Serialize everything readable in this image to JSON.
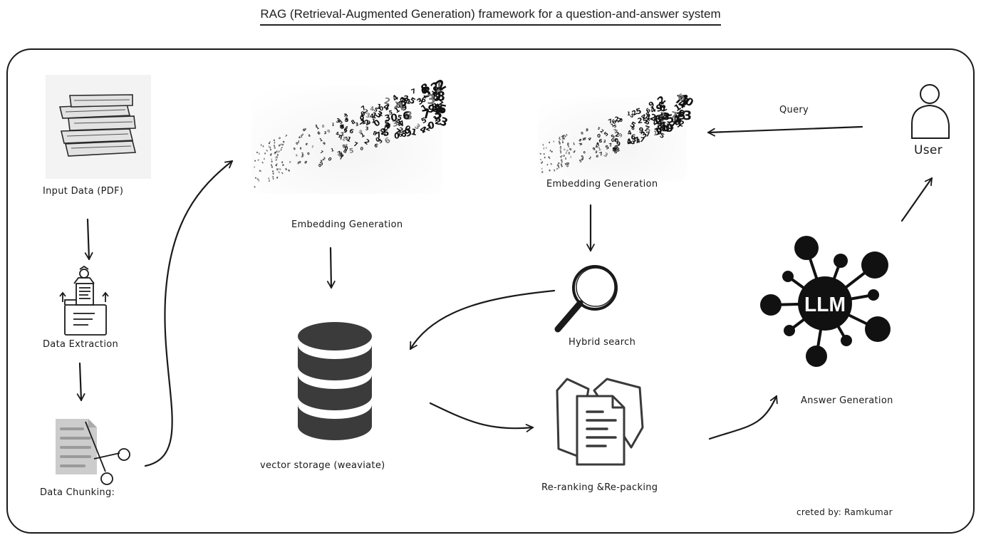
{
  "title": "RAG (Retrieval-Augmented Generation) framework for a question-and-answer system",
  "nodes": {
    "input_data": "Input Data (PDF)",
    "data_extraction": "Data Extraction",
    "data_chunking": "Data Chunking:",
    "embedding_generation_docs": "Embedding Generation",
    "vector_storage": "vector storage (weaviate)",
    "embedding_generation_query": "Embedding Generation",
    "hybrid_search": "Hybrid search",
    "reranking": "Re-ranking &Re-packing",
    "answer_generation": "Answer Generation",
    "llm": "LLM",
    "user": "User"
  },
  "edges": {
    "query": "Query"
  },
  "credit": "creted by: Ramkumar",
  "colors": {
    "ink": "#1a1a1a",
    "db": "#3b3b3b",
    "paper": "#cccccc"
  },
  "icons": [
    "books-icon",
    "data-extraction-icon",
    "scissors-document-icon",
    "number-scatter-icon",
    "database-icon",
    "magnifier-icon",
    "documents-icon",
    "llm-network-icon",
    "user-icon"
  ]
}
